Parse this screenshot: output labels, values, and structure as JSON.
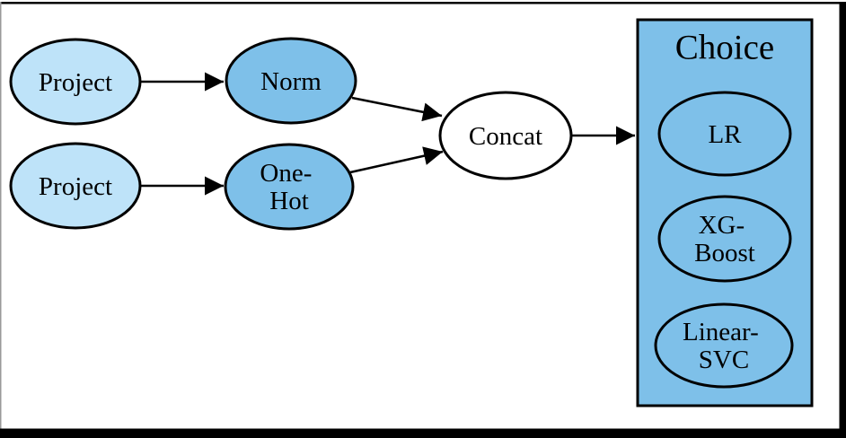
{
  "diagram": {
    "kind": "pipeline-flowchart",
    "nodes": {
      "project_top": {
        "label": "Project"
      },
      "project_bottom": {
        "label": "Project"
      },
      "norm": {
        "label": "Norm"
      },
      "one_hot": {
        "line1": "One-",
        "line2": "Hot"
      },
      "concat": {
        "label": "Concat"
      },
      "lr": {
        "label": "LR"
      },
      "xg_boost": {
        "line1": "XG-",
        "line2": "Boost"
      },
      "linear_svc": {
        "line1": "Linear-",
        "line2": "SVC"
      }
    },
    "group": {
      "title": "Choice",
      "members": [
        "LR",
        "XG-Boost",
        "Linear-SVC"
      ]
    },
    "edges": [
      {
        "from": "Project (top)",
        "to": "Norm"
      },
      {
        "from": "Project (bottom)",
        "to": "One-Hot"
      },
      {
        "from": "Norm",
        "to": "Concat"
      },
      {
        "from": "One-Hot",
        "to": "Concat"
      },
      {
        "from": "Concat",
        "to": "Choice"
      }
    ],
    "colors": {
      "light_blue_fill": "#BEE3F9",
      "medium_blue_fill": "#7EC0E9",
      "white_fill": "#FFFFFF",
      "stroke": "#000000",
      "frame_black": "#000000",
      "frame_left_gray": "#9A9A9A",
      "canvas": "#FFFFFF"
    }
  }
}
